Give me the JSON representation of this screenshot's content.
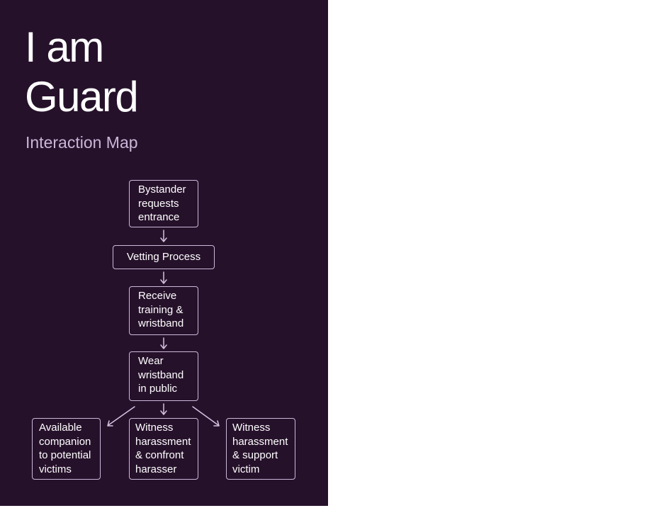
{
  "header": {
    "title_line1": "I am",
    "title_line2": "Guard",
    "subtitle": "Interaction Map"
  },
  "flow": {
    "bystander_requests": "Bystander\nrequests\nentrance",
    "vetting_process": "Vetting Process",
    "receive_training": "Receive\ntraining &\nwristband",
    "wear_wristband": "Wear\nwristband\nin public",
    "available_companion": "Available\ncompanion\nto potential\nvictims",
    "witness_confront": "Witness\nharassment\n& confront\nharasser",
    "witness_support": "Witness\nharassment\n& support\nvictim"
  },
  "colors": {
    "panel_background": "#26112b",
    "title": "#ffffff",
    "subtitle": "#c9b6d8",
    "node_border": "#cbb9d9",
    "arrow": "#d4c2e0"
  }
}
